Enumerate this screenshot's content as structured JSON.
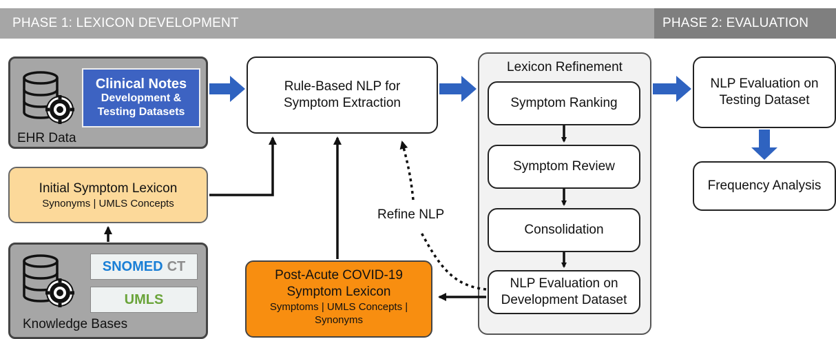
{
  "headers": {
    "phase1": "PHASE 1: LEXICON DEVELOPMENT",
    "phase2": "PHASE 2: EVALUATION"
  },
  "ehr": {
    "label": "EHR Data",
    "notes_title": "Clinical Notes",
    "notes_line1": "Development &",
    "notes_line2": "Testing Datasets"
  },
  "initial_lexicon": {
    "title": "Initial Symptom Lexicon",
    "subtitle": "Synonyms | UMLS Concepts"
  },
  "knowledge_bases": {
    "label": "Knowledge Bases",
    "snomed_a": "SNOMED",
    "snomed_b": "CT",
    "umls": "UMLS"
  },
  "nlp": {
    "line1": "Rule-Based NLP for",
    "line2": "Symptom Extraction"
  },
  "refine_nlp": "Refine NLP",
  "post_acute": {
    "line1": "Post-Acute COVID-19",
    "line2": "Symptom Lexicon",
    "line3": "Symptoms | UMLS Concepts |",
    "line4": "Synonyms"
  },
  "lexicon_refinement": {
    "title": "Lexicon Refinement",
    "step1": "Symptom Ranking",
    "step2": "Symptom Review",
    "step3": "Consolidation",
    "step4_line1": "NLP Evaluation on",
    "step4_line2": "Development Dataset"
  },
  "evaluation": {
    "testing_line1": "NLP Evaluation on",
    "testing_line2": "Testing Dataset",
    "frequency": "Frequency Analysis"
  },
  "colors": {
    "header_phase1": "#a6a6a6",
    "header_phase2": "#7f7f7f",
    "blue_arrow": "#2f63c0",
    "notes_fill": "#3d63c2",
    "initial_fill": "#fcd99a",
    "post_acute_fill": "#f88e10",
    "grey_fill": "#a6a6a6"
  }
}
